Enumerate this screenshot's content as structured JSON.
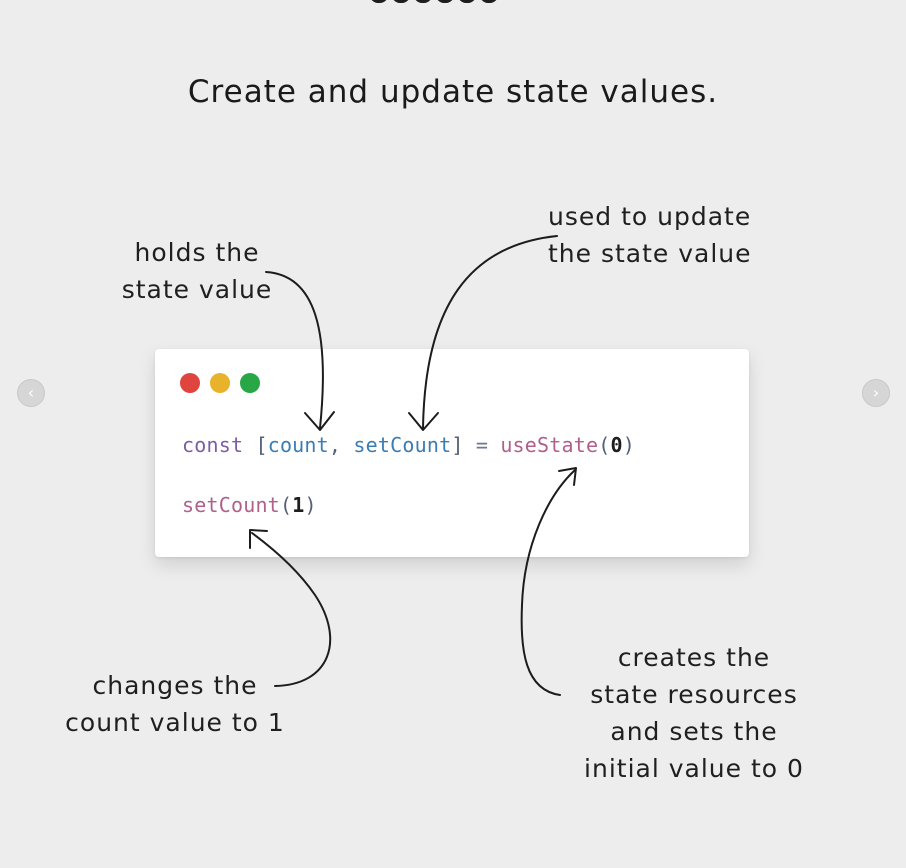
{
  "title": "Create and update state values.",
  "annotations": {
    "holds": [
      "holds the",
      "state value"
    ],
    "used": [
      "used to update",
      "the state value"
    ],
    "changes": [
      "changes the",
      "count value to 1"
    ],
    "creates": [
      "creates the",
      "state resources",
      "and sets the",
      "initial value to 0"
    ]
  },
  "code": {
    "line1": {
      "keyword": "const",
      "bracket_open": " [",
      "var1": "count",
      "comma": ", ",
      "var2": "setCount",
      "bracket_close": "] ",
      "op": "= ",
      "fn": "useState",
      "paren_open": "(",
      "arg": "0",
      "paren_close": ")"
    },
    "line2": {
      "fn": "setCount",
      "paren_open": "(",
      "arg": "1",
      "paren_close": ")"
    }
  },
  "window_controls": [
    "close",
    "minimize",
    "maximize"
  ],
  "navigation": {
    "prev_icon": "chevron-left-icon",
    "next_icon": "chevron-right-icon",
    "prev_glyph": "‹",
    "next_glyph": "›"
  },
  "colors": {
    "background": "#ededed",
    "dot_red": "#e0443e",
    "dot_yellow": "#e9b22b",
    "dot_green": "#27a745",
    "keyword": "#7d5ea3",
    "variable": "#3b7cb5",
    "function": "#b0608a"
  }
}
